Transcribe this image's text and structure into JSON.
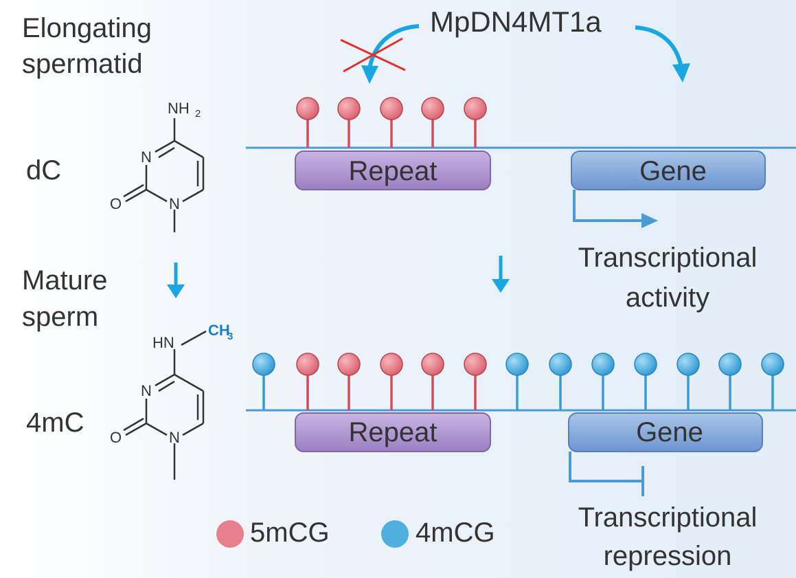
{
  "stages": {
    "top_line1": "Elongating",
    "top_line2": "spermatid",
    "bottom_line1": "Mature",
    "bottom_line2": "sperm"
  },
  "nucleosides": {
    "top": "dC",
    "bottom": "4mC"
  },
  "chem_labels": {
    "nh2": "NH",
    "nh2_sub": "2",
    "n_ring": "N",
    "o": "O",
    "n1": "N",
    "hn": "HN",
    "ch3": "CH",
    "ch3_sub": "3"
  },
  "enzyme": "MpDN4MT1a",
  "boxes": {
    "repeat": "Repeat",
    "gene": "Gene"
  },
  "outcomes": {
    "activity_line1": "Transcriptional",
    "activity_line2": "activity",
    "repression_line1": "Transcriptional",
    "repression_line2": "repression"
  },
  "legend": [
    {
      "label": "5mCG",
      "color": "#e8808c"
    },
    {
      "label": "4mCG",
      "color": "#4fb0e0"
    }
  ],
  "colors": {
    "five_mC": "#e07a85",
    "four_mC": "#45a9de",
    "dna_line": "#4a9ad4",
    "arrow_blue": "#1aa7e0",
    "cross_red": "#e03030",
    "repeat_box": "#a88ccc",
    "gene_box": "#7aa3d8"
  }
}
